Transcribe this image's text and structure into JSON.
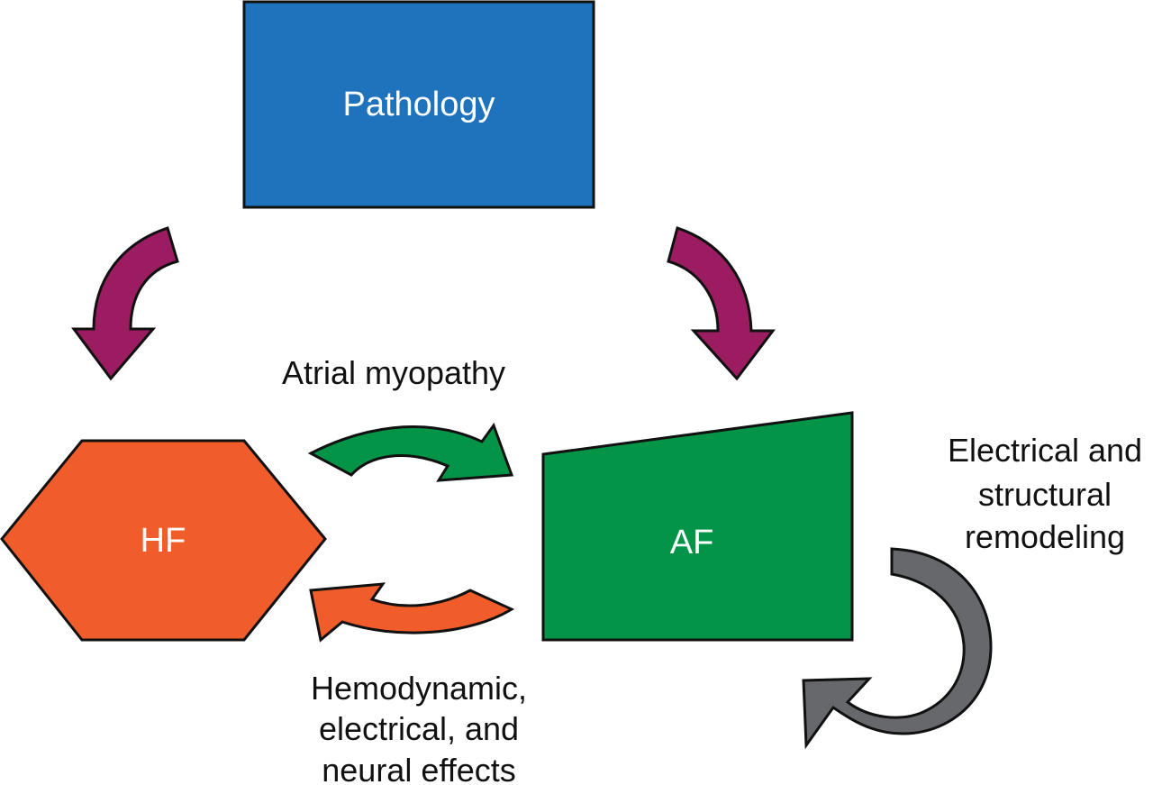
{
  "diagram": {
    "nodes": {
      "pathology": {
        "label": "Pathology",
        "color": "#1f72bc"
      },
      "hf": {
        "label": "HF",
        "color": "#f05d2b"
      },
      "af": {
        "label": "AF",
        "color": "#039447"
      }
    },
    "arrows": {
      "pathology_to_hf": {
        "color": "#9b1c60"
      },
      "pathology_to_af": {
        "color": "#9b1c60"
      },
      "hf_to_af": {
        "color": "#039447"
      },
      "af_to_hf": {
        "color": "#f05d2b"
      },
      "af_self": {
        "color": "#66686b"
      }
    },
    "captions": {
      "atrial_myopathy": "Atrial myopathy",
      "remodeling": [
        "Electrical and",
        "structural",
        "remodeling"
      ],
      "effects": [
        "Hemodynamic,",
        "electrical, and",
        "neural effects"
      ]
    }
  }
}
